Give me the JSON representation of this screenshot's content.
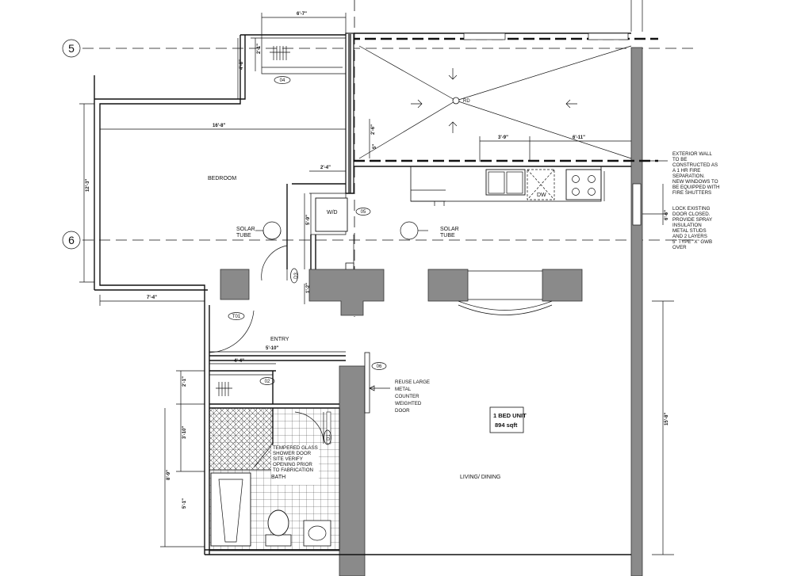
{
  "grid": {
    "line5": "5",
    "line6": "6"
  },
  "rooms": {
    "bedroom": "BEDROOM",
    "entry": "ENTRY",
    "bath": "BATH",
    "living": "LIVING/ DINING",
    "wd": "W/D",
    "dw": "DW"
  },
  "unit": {
    "name": "1 BED UNIT",
    "area": "894 sqft"
  },
  "solar": {
    "left": [
      "SOLAR",
      "TUBE"
    ],
    "right": [
      "SOLAR",
      "TUBE"
    ]
  },
  "tags": {
    "t04": "04",
    "t05": "05",
    "t06": "06",
    "t02": "02",
    "t01": "T01",
    "d01": "D1",
    "d03": "D3",
    "rd": "RD"
  },
  "dims": {
    "top_closet": "6'-7\"",
    "closet_w": "2'-1\"",
    "closet_h": "4'-8\"",
    "bedroom_w": "16'-8\"",
    "bedroom_h": "12'-3\"",
    "mid_2_6": "2'-6\"",
    "small_5": "5\"",
    "hall_2_4": "2'-4\"",
    "wd_5_9": "5'-9\"",
    "entry_1_2": "1'-2\"",
    "bed_7_4": "7'-4\"",
    "kitchen_3_9": "3'-9\"",
    "kitchen_6_11": "6'-11\"",
    "right_6_6": "6'-6\"",
    "living_h": "15'-8\"",
    "entry_5_10": "5'-10\"",
    "bath_4_4": "4'-4\"",
    "bath_2_1": "2'-1\"",
    "bath_3_10": "3'-10\"",
    "bath_8_9": "8'-9\"",
    "bath_5_1": "5'-1\""
  },
  "notes": {
    "counter_door": [
      "REUSE LARGE",
      "METAL",
      "COUNTER",
      "WEIGHTED",
      "DOOR"
    ],
    "shower": [
      "TEMPERED GLASS",
      "SHOWER DOOR",
      "SITE VERIFY",
      "OPENING PRIOR",
      "TO FABRICATION"
    ],
    "exterior_wall": [
      "EXTERIOR WALL",
      "TO BE",
      "CONSTRUCTED AS",
      "A 1 HR FIRE",
      "SEPARATION.",
      "NEW WINDOWS TO",
      "BE EQUIPPED WITH",
      "FIRE SHUTTERS"
    ],
    "lock_door": [
      "LOCK EXISTING",
      "DOOR CLOSED.",
      "PROVIDE SPRAY",
      "INSULATION",
      "METAL STUDS",
      "AND 2 LAYERS",
      "5\" TYPE \"X\" GWB",
      "OVER"
    ]
  }
}
